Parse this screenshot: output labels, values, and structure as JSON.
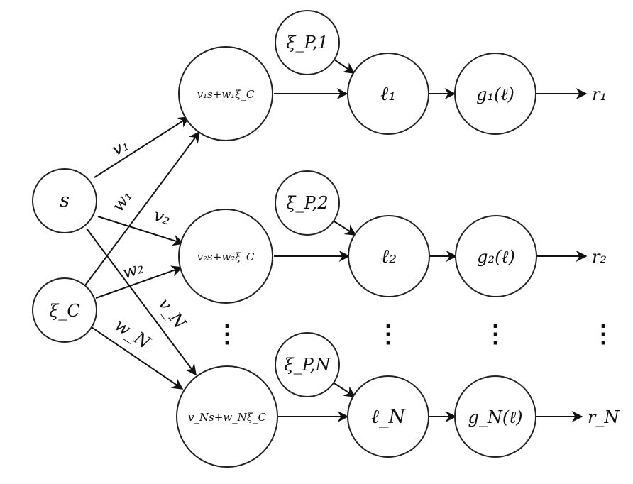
{
  "diagram": {
    "nodes": {
      "s": "s",
      "xi_c": "ξ_C",
      "hidden_1": "v₁s+w₁ξ_C",
      "hidden_2": "v₂s+w₂ξ_C",
      "hidden_n": "v_Ns+w_Nξ_C",
      "xi_p1": "ξ_P,1",
      "xi_p2": "ξ_P,2",
      "xi_pn": "ξ_P,N",
      "l1": "ℓ₁",
      "l2": "ℓ₂",
      "ln": "ℓ_N",
      "g1": "g₁(ℓ)",
      "g2": "g₂(ℓ)",
      "gn": "g_N(ℓ)"
    },
    "outputs": {
      "r1": "r₁",
      "r2": "r₂",
      "rn": "r_N"
    },
    "edge_labels": {
      "v1": "v₁",
      "w1": "w₁",
      "v2": "v₂",
      "w2": "w₂",
      "vN": "v_N",
      "wN": "w_N"
    },
    "ellipsis": "⋮"
  }
}
